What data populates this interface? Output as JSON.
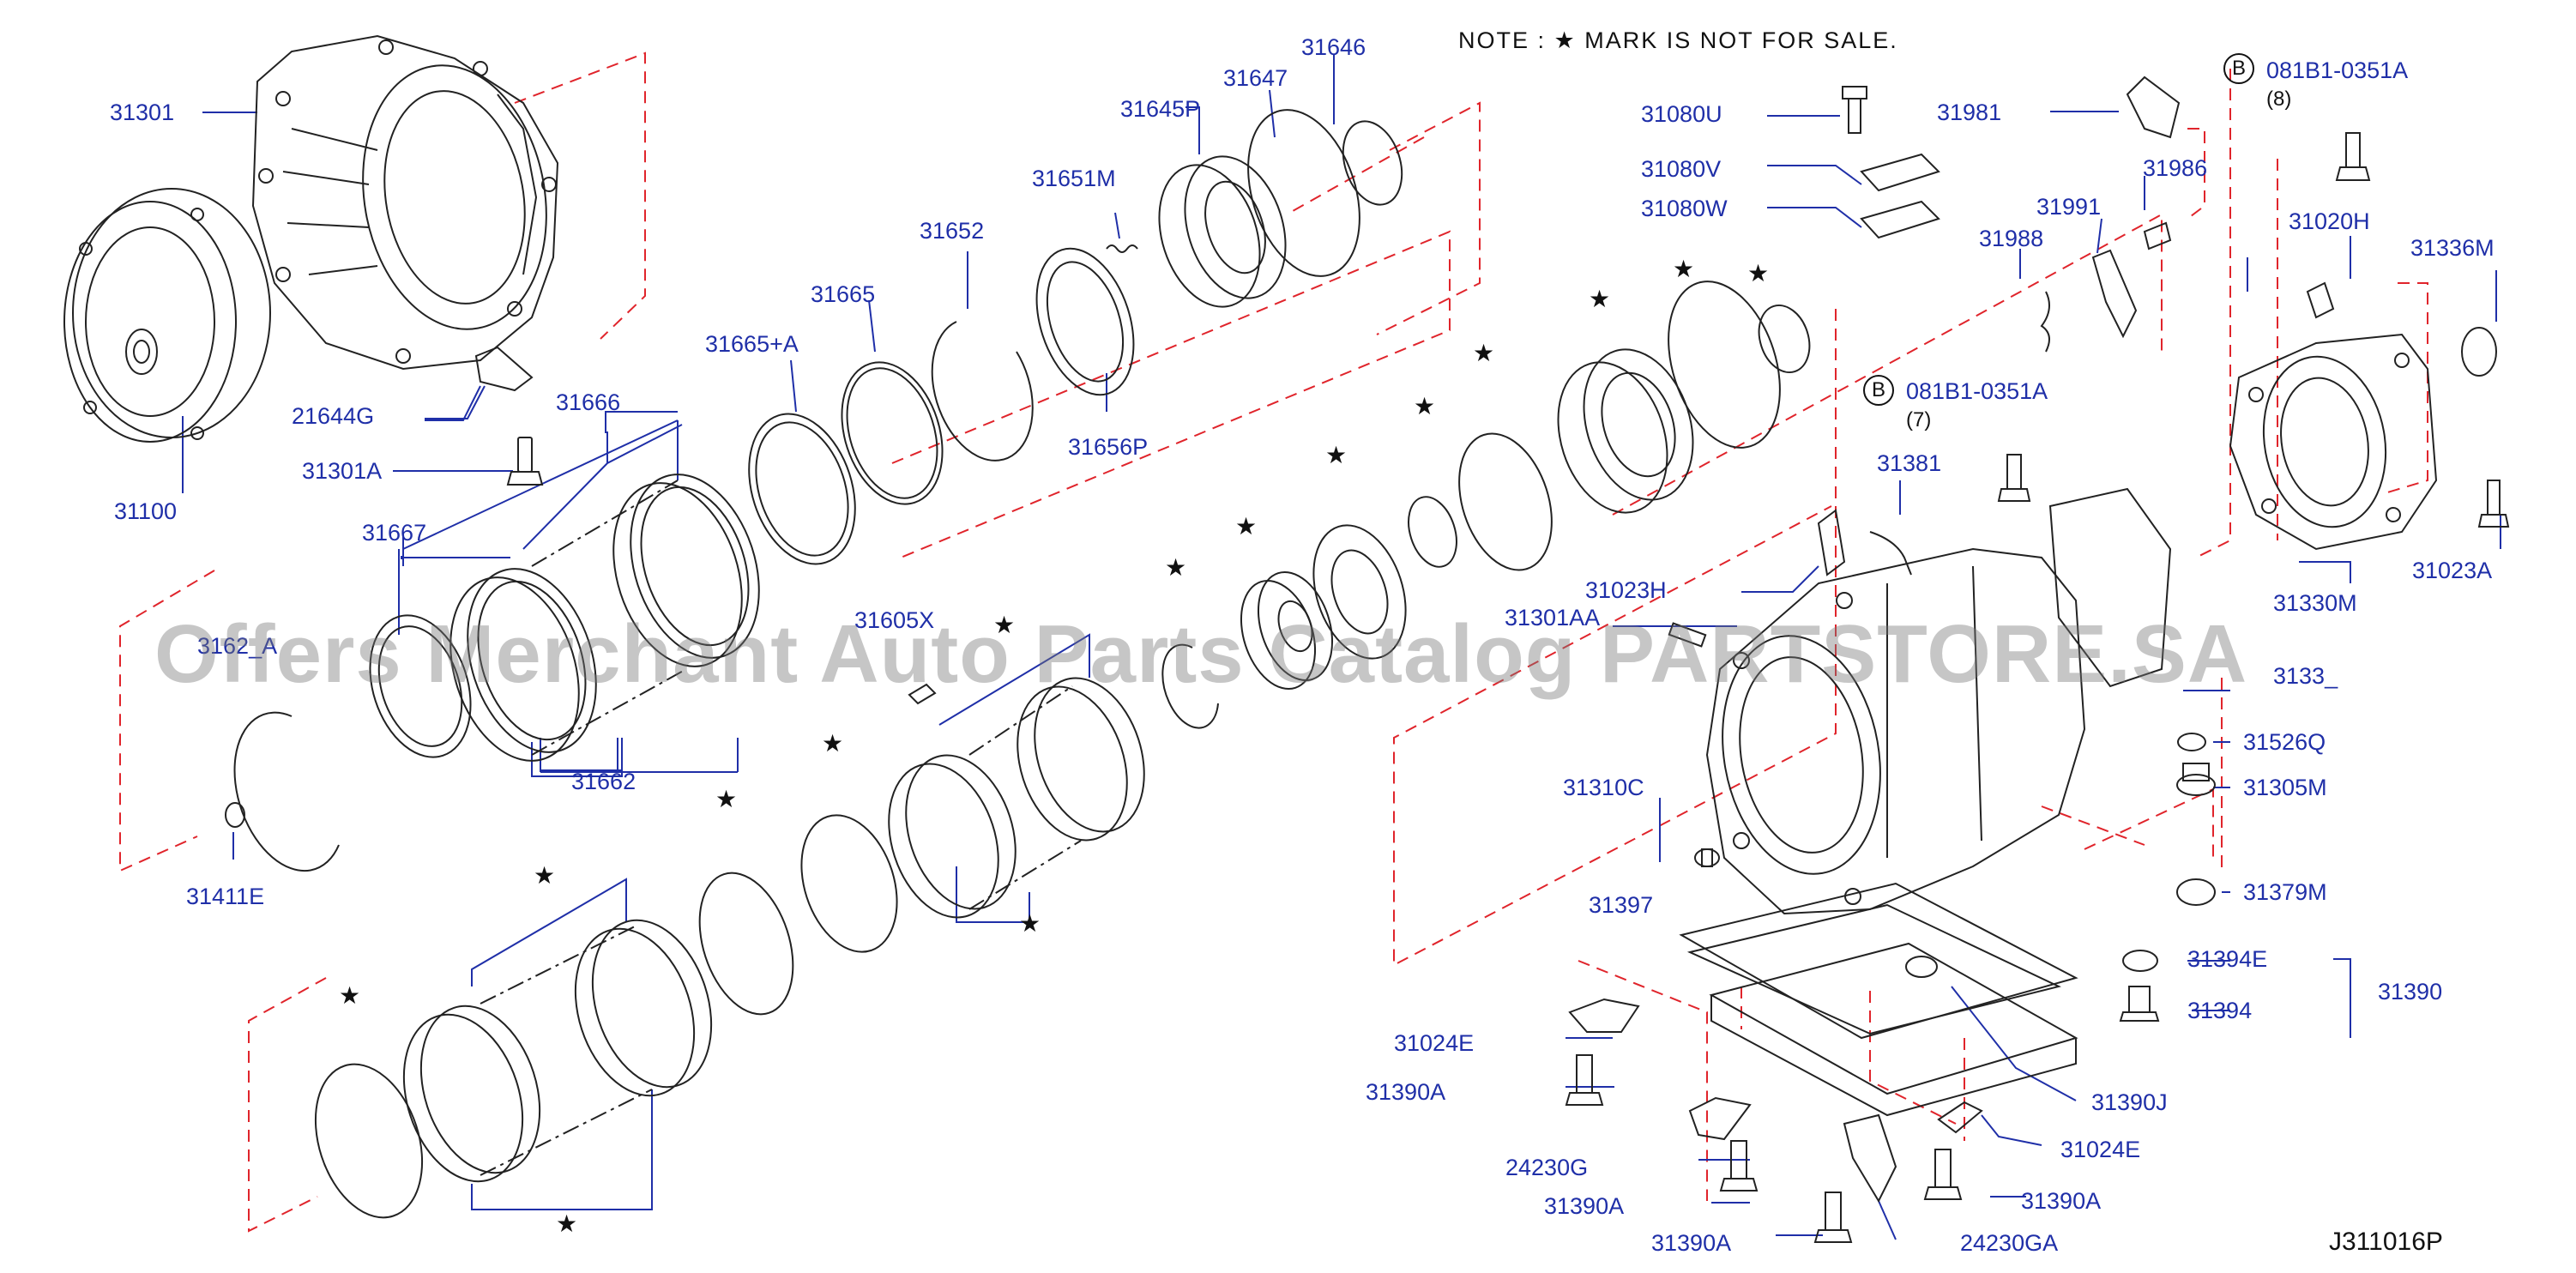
{
  "note": "NOTE : ★ MARK IS NOT FOR SALE.",
  "diagram_code": "J311016P",
  "watermark": "Offers Merchant Auto Parts Catalog PARTSTORE.SA",
  "bolt_refs": [
    {
      "badge": "B",
      "part": "081B1-0351A",
      "qty": "(8)"
    },
    {
      "badge": "B",
      "part": "081B1-0351A",
      "qty": "(7)"
    }
  ],
  "labels": {
    "p31301": "31301",
    "p31100": "31100",
    "p21644G": "21644G",
    "p31301A": "31301A",
    "p31666": "31666",
    "p31667": "31667",
    "p3162xA": "3162_A",
    "p31662": "31662",
    "p31411E": "31411E",
    "p31665A": "31665+A",
    "p31665": "31665",
    "p31652": "31652",
    "p31651M": "31651M",
    "p31656P": "31656P",
    "p31645P": "31645P",
    "p31647": "31647",
    "p31646": "31646",
    "p31605X": "31605X",
    "p31080U": "31080U",
    "p31080V": "31080V",
    "p31080W": "31080W",
    "p31981": "31981",
    "p31986": "31986",
    "p31991": "31991",
    "p31988": "31988",
    "p31020H": "31020H",
    "p31336M": "31336M",
    "p31381": "31381",
    "p31023H": "31023H",
    "p31301AA": "31301AA",
    "p31330M": "31330M",
    "p31023A": "31023A",
    "p3133x": "3133_",
    "p31526Q": "31526Q",
    "p31305M": "31305M",
    "p31310C": "31310C",
    "p31397": "31397",
    "p31379M": "31379M",
    "p31394E": "31394E",
    "p31394": "31394",
    "p31390": "31390",
    "p31024E_left": "31024E",
    "p31390A_1": "31390A",
    "p24230G": "24230G",
    "p31390A_2": "31390A",
    "p31390A_3": "31390A",
    "p24230GA": "24230GA",
    "p31390A_4": "31390A",
    "p31024E_right": "31024E",
    "p31390J": "31390J"
  },
  "icons": [
    "star-mark-icon",
    "circled-b-icon"
  ],
  "colors": {
    "label": "#1f2fa8",
    "leader": "#1f2fa8",
    "dashed": "#e0242b",
    "part": "#222222"
  }
}
